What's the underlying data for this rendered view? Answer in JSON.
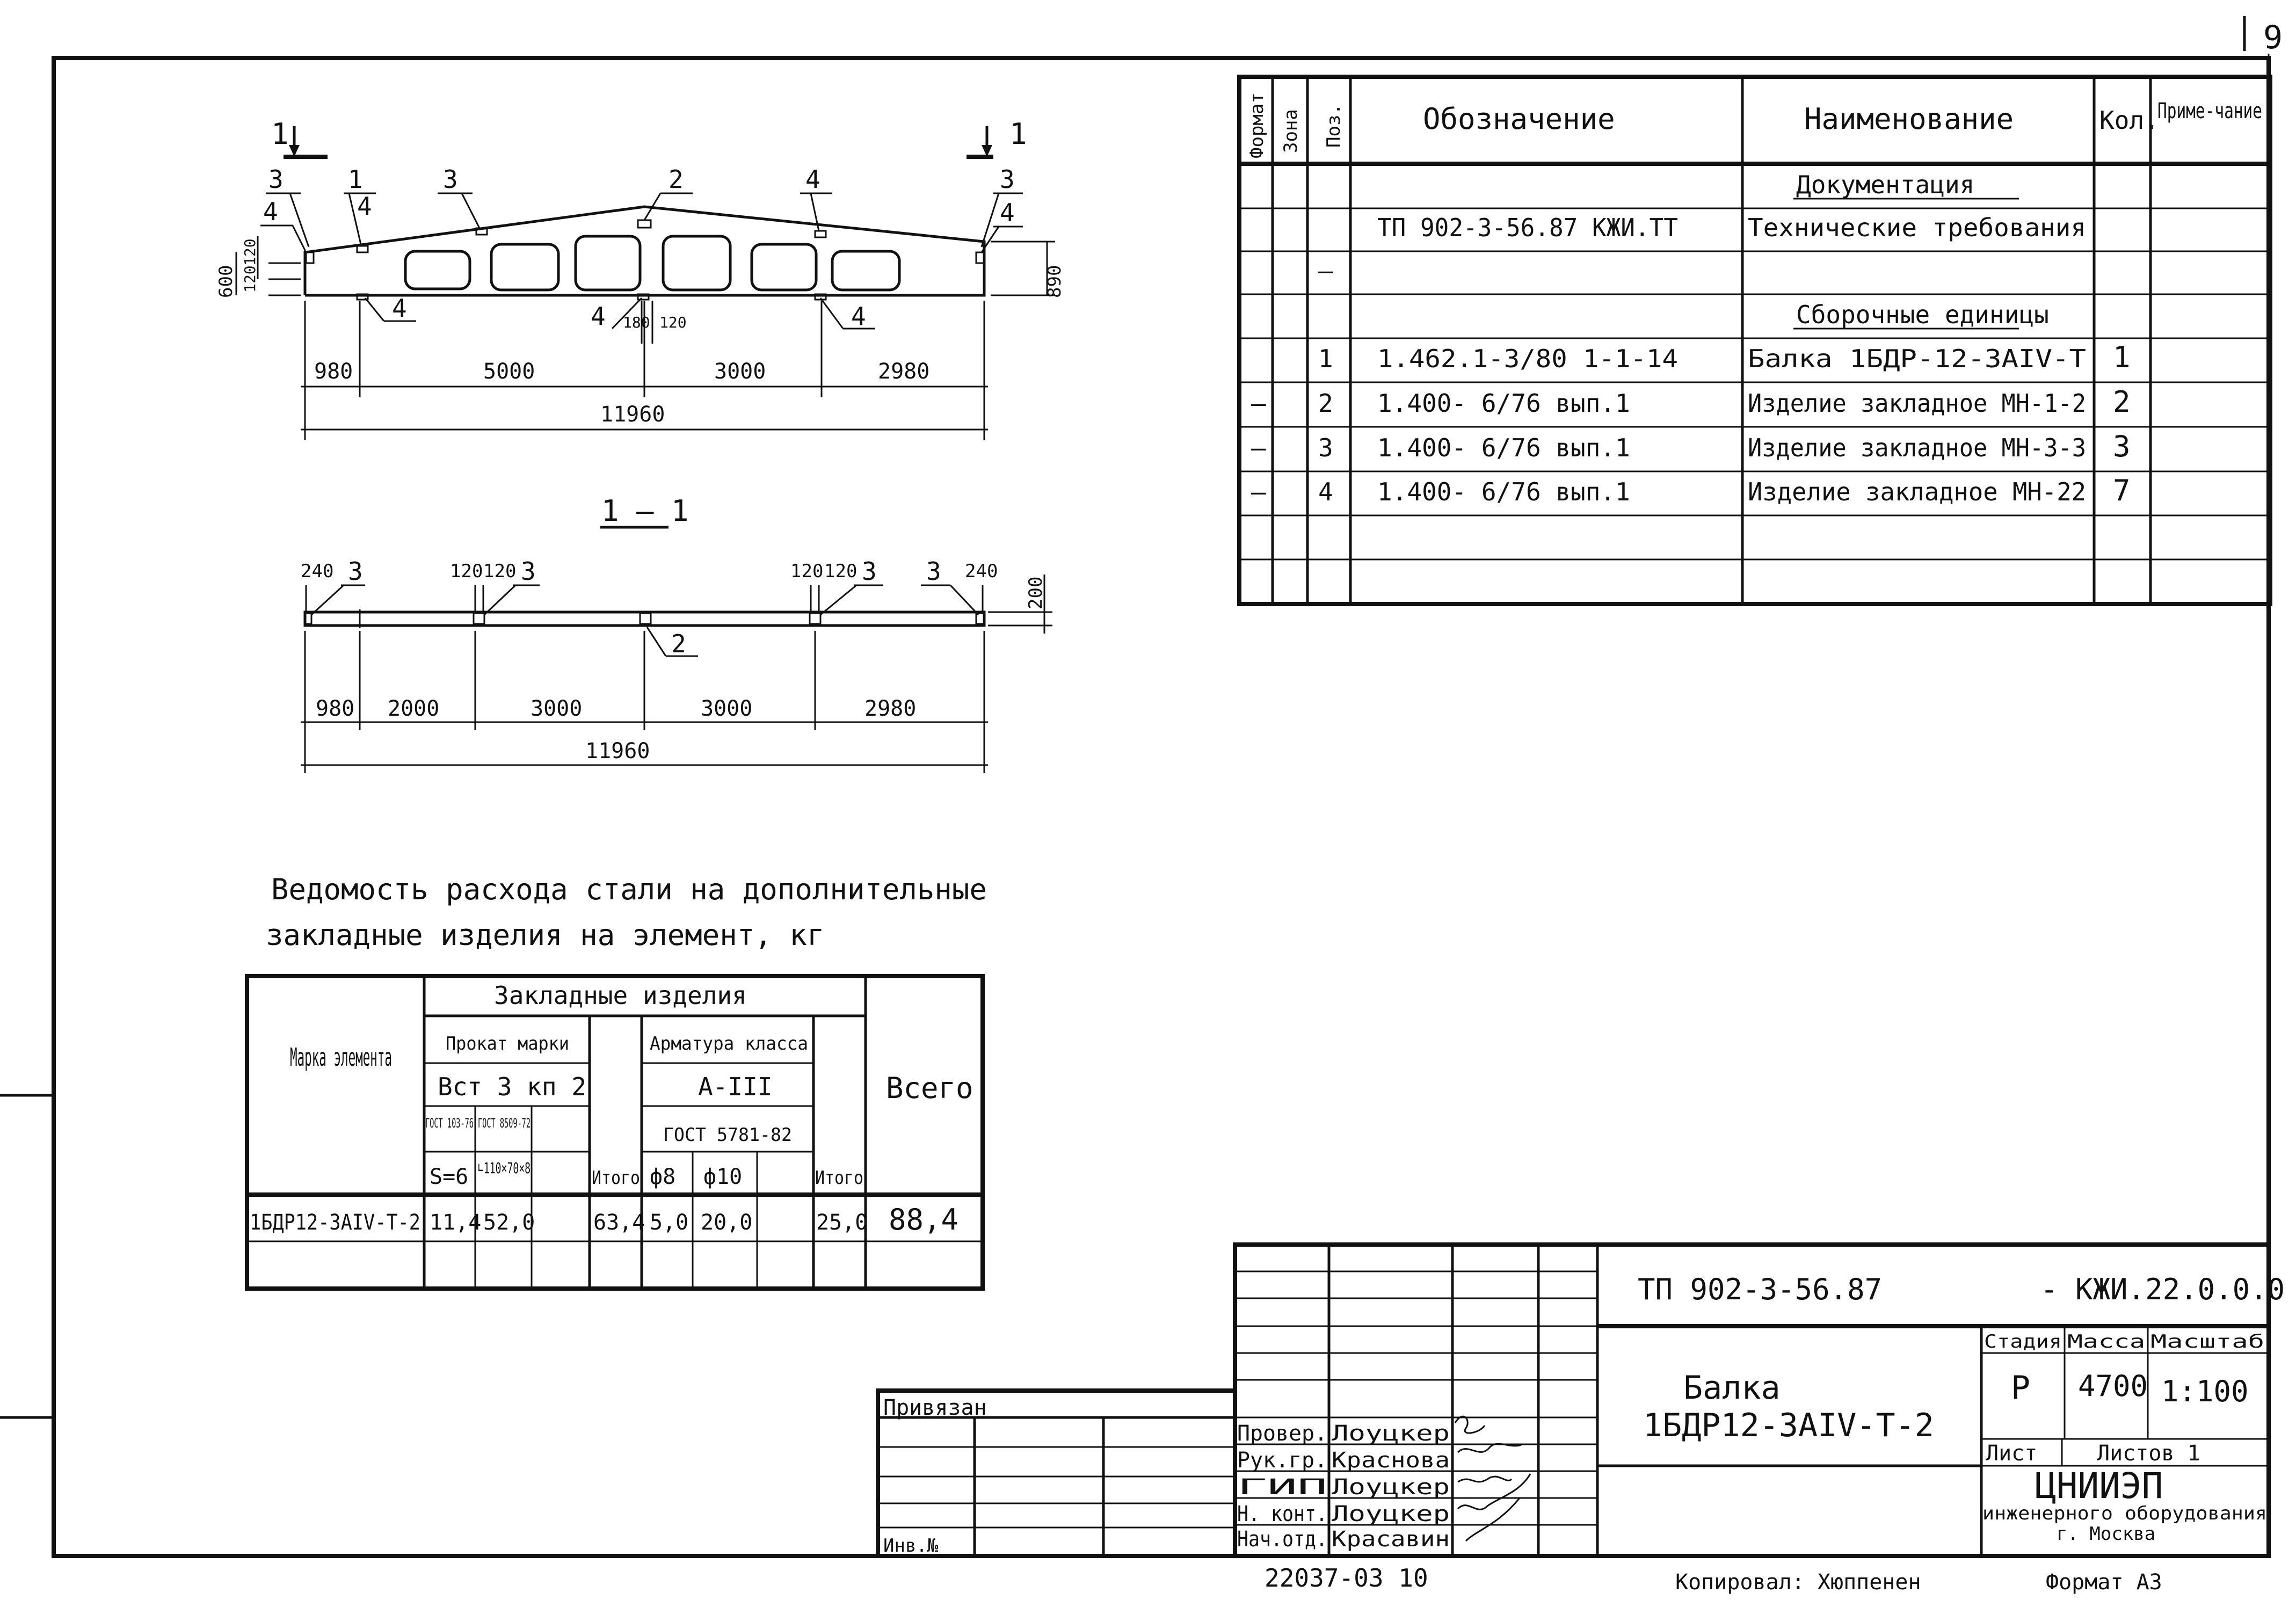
{
  "sheet": {
    "page_number": "9",
    "format": "Формат А3",
    "copied_by": "Копировал: Хюппенен",
    "inventory_number": "22037-03 10"
  },
  "elevation": {
    "section_mark_left": "1",
    "section_mark_right": "1",
    "callouts": [
      "3",
      "4",
      "1",
      "4",
      "3",
      "2",
      "4",
      "3",
      "4",
      "4",
      "4",
      "4"
    ],
    "dim_left_height": "600",
    "dim_left_small_1": "120",
    "dim_left_small_2": "120",
    "dim_right_height": "890",
    "dim_mid_1": "180",
    "dim_mid_2": "120",
    "spans": [
      "980",
      "5000",
      "3000",
      "2980"
    ],
    "total": "11960"
  },
  "plan": {
    "title": "1 – 1",
    "top_dims": [
      "240",
      "120",
      "120",
      "120",
      "120",
      "240"
    ],
    "callouts": [
      "3",
      "3",
      "3",
      "3",
      "2"
    ],
    "dim_right": "200",
    "spans": [
      "980",
      "2000",
      "3000",
      "3000",
      "2980"
    ],
    "total": "11960"
  },
  "spec_table": {
    "headers": {
      "format": "Формат",
      "zone": "Зона",
      "pos": "Поз.",
      "designation": "Обозначение",
      "name": "Наименование",
      "qty": "Кол.",
      "note": "Приме-чание"
    },
    "rows": [
      {
        "format": "",
        "zone": "",
        "pos": "",
        "designation": "",
        "name": "Документация",
        "qty": "",
        "note": ""
      },
      {
        "format": "",
        "zone": "",
        "pos": "",
        "designation": "ТП 902-3-56.87   КЖИ.ТТ",
        "name": "Технические требования",
        "qty": "",
        "note": ""
      },
      {
        "format": "",
        "zone": "",
        "pos": "–",
        "designation": "",
        "name": "",
        "qty": "",
        "note": ""
      },
      {
        "format": "",
        "zone": "",
        "pos": "",
        "designation": "",
        "name": "Сборочные единицы",
        "qty": "",
        "note": ""
      },
      {
        "format": "",
        "zone": "",
        "pos": "1",
        "designation": "1.462.1-3/80   1-1-14",
        "name": "Балка 1БДР-12-3АIV-Т",
        "qty": "1",
        "note": ""
      },
      {
        "format": "–",
        "zone": "",
        "pos": "2",
        "designation": "1.400- 6/76  вып.1",
        "name": "Изделие закладное МН-1-2",
        "qty": "2",
        "note": ""
      },
      {
        "format": "–",
        "zone": "",
        "pos": "3",
        "designation": "1.400- 6/76  вып.1",
        "name": "Изделие закладное МН-3-3",
        "qty": "3",
        "note": ""
      },
      {
        "format": "–",
        "zone": "",
        "pos": "4",
        "designation": "1.400- 6/76  вып.1",
        "name": "Изделие закладное МН-22",
        "qty": "7",
        "note": ""
      },
      {
        "format": "",
        "zone": "",
        "pos": "",
        "designation": "",
        "name": "",
        "qty": "",
        "note": ""
      },
      {
        "format": "",
        "zone": "",
        "pos": "",
        "designation": "",
        "name": "",
        "qty": "",
        "note": ""
      }
    ]
  },
  "steel_table": {
    "title_line1": "Ведомость расхода стали на дополнительные",
    "title_line2": "закладные изделия на элемент, кг",
    "h_mark": "Марка элемента",
    "h_embedded": "Закладные изделия",
    "h_rolled": "Прокат марки",
    "h_steel_grade": "Вст 3 кп 2",
    "h_gost1": "ГОСТ 103-76",
    "h_gost2": "ГОСТ 8509-72",
    "h_s6": "S=6",
    "h_angle": "∟110×70×8",
    "h_total1": "Итого",
    "h_rebar": "Арматура класса",
    "h_rebar_class": "А-III",
    "h_gost3": "ГОСТ 5781-82",
    "h_d8": "ф8",
    "h_d10": "ф10",
    "h_total2": "Итого",
    "h_all": "Всего",
    "row": {
      "mark": "1БДР12-3АIV-Т-2",
      "s6": "11,4",
      "angle": "52,0",
      "blank1": "",
      "total1": "63,4",
      "d8": "5,0",
      "d10": "20,0",
      "blank2": "",
      "total2": "25,0",
      "all": "88,4"
    }
  },
  "title_block": {
    "doc_code_left": "ТП 902-3-56.87",
    "doc_code_right": "- КЖИ.22.0.0.0",
    "drawing_title_1": "Балка",
    "drawing_title_2": "1БДР12-3АIV-Т-2",
    "stage_label": "Стадия",
    "mass_label": "Масса",
    "scale_label": "Масштаб",
    "stage": "Р",
    "mass": "4700",
    "scale": "1:100",
    "sheet_label": "Лист",
    "sheets_label": "Листов 1",
    "org_1": "ЦНИИЭП",
    "org_2": "инженерного оборудования",
    "org_3": "г. Москва",
    "tied_label": "Привязан",
    "inv_label": "Инв.№",
    "signatures": [
      {
        "role": "Провер.",
        "name": "Лоуцкер"
      },
      {
        "role": "Рук.гр.",
        "name": "Краснова"
      },
      {
        "role": "ГИП",
        "name": "Лоуцкер"
      },
      {
        "role": "Н. конт.",
        "name": "Лоуцкер"
      },
      {
        "role": "Нач.отд.",
        "name": "Красавин"
      }
    ]
  }
}
